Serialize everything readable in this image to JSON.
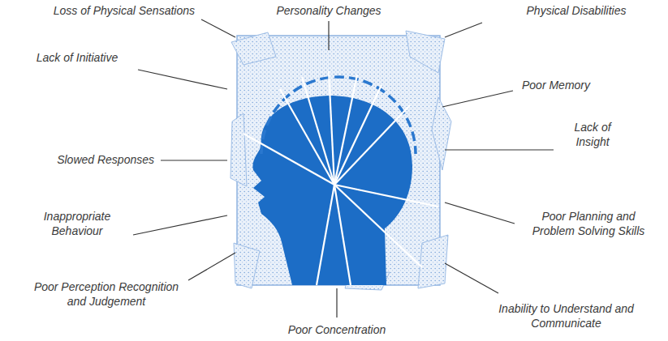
{
  "diagram": {
    "labels": [
      "Loss of Physical Sensations",
      "Personality Changes",
      "Physical Disabilities",
      "Lack of Initiative",
      "Poor Memory",
      "Slowed Responses",
      "Lack of Insight",
      "Inappropriate Behaviour",
      "Poor Planning and Problem Solving Skills",
      "Poor Perception Recognition and Judgement",
      "Poor Concentration",
      "Inability to Understand and Communicate"
    ]
  }
}
